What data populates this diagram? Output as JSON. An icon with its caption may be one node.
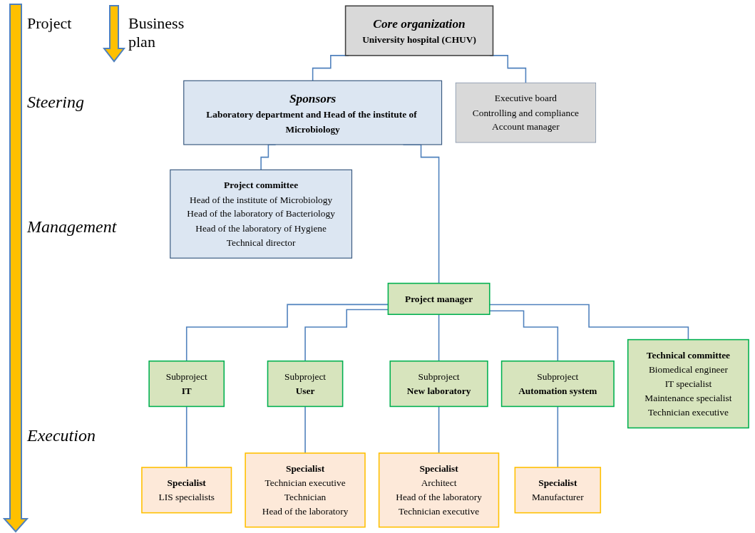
{
  "diagram": {
    "nodes": [
      {
        "text": [
          "Core organization",
          "University hospital (CHUV)"
        ]
      },
      {
        "text": [
          "Executive board",
          "Controlling and compliance",
          "Account manager"
        ]
      },
      {
        "text": [
          "Sponsors",
          "Laboratory department and Head of the institute of Microbiology"
        ]
      },
      {
        "text": [
          "Project committee",
          "Head of the institute of Microbiology",
          "Head of the laboratory of Bacteriology",
          "Head of the laboratory of Hygiene",
          "Technical director"
        ]
      },
      {
        "text": [
          "Project manager"
        ]
      },
      {
        "text": [
          "Technical committee",
          "Biomedical engineer",
          "IT specialist",
          "Maintenance specialist",
          "Technician executive"
        ]
      },
      {
        "text": [
          "Subproject",
          "IT"
        ]
      },
      {
        "text": [
          "Subproject",
          "User"
        ]
      },
      {
        "text": [
          "Subproject",
          "New laboratory"
        ]
      },
      {
        "text": [
          "Subproject",
          "Automation system"
        ]
      },
      {
        "text": [
          "Specialist",
          "LIS specialists"
        ]
      },
      {
        "text": [
          "Specialist",
          "Technician executive",
          "Technician",
          "Head of the laboratory"
        ]
      },
      {
        "text": [
          "Specialist",
          "Architect",
          "Head of the laboratory",
          "Technician executive"
        ]
      },
      {
        "text": [
          "Specialist",
          "Manufacturer"
        ]
      }
    ],
    "edges": [
      {
        "from": 0,
        "to": 2,
        "arrow": "none"
      },
      {
        "from": 0,
        "to": 1,
        "arrow": "none"
      },
      {
        "from": 2,
        "to": 4,
        "arrow": "none"
      },
      {
        "from": 2,
        "to": 3,
        "arrow": "none"
      },
      {
        "from": 4,
        "to": 6,
        "arrow": "none"
      },
      {
        "from": 4,
        "to": 7,
        "arrow": "none"
      },
      {
        "from": 4,
        "to": 8,
        "arrow": "none"
      },
      {
        "from": 4,
        "to": 9,
        "arrow": "none"
      },
      {
        "from": 4,
        "to": 5,
        "arrow": "none"
      },
      {
        "from": 6,
        "to": 10,
        "arrow": "none"
      },
      {
        "from": 7,
        "to": 11,
        "arrow": "none"
      },
      {
        "from": 8,
        "to": 12,
        "arrow": "none"
      },
      {
        "from": 9,
        "to": 13,
        "arrow": "none"
      }
    ],
    "labels": [
      "Project",
      "Business plan",
      "Steering",
      "Management",
      "Execution"
    ]
  }
}
